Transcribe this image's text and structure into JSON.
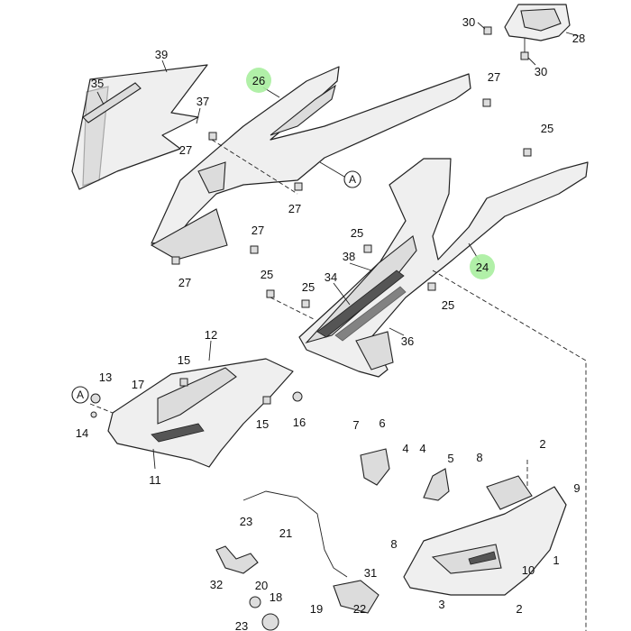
{
  "callouts": [
    {
      "id": "c30a",
      "text": "30"
    },
    {
      "id": "c28",
      "text": "28"
    },
    {
      "id": "c30b",
      "text": "30"
    },
    {
      "id": "c39",
      "text": "39"
    },
    {
      "id": "c35",
      "text": "35"
    },
    {
      "id": "c37",
      "text": "37"
    },
    {
      "id": "c26",
      "text": "26",
      "highlight": true
    },
    {
      "id": "c27a",
      "text": "27"
    },
    {
      "id": "c27b",
      "text": "27"
    },
    {
      "id": "c27c",
      "text": "27"
    },
    {
      "id": "c27d",
      "text": "27"
    },
    {
      "id": "c27e",
      "text": "27"
    },
    {
      "id": "c25a",
      "text": "25"
    },
    {
      "id": "c25b",
      "text": "25"
    },
    {
      "id": "c25c",
      "text": "25"
    },
    {
      "id": "c25d",
      "text": "25"
    },
    {
      "id": "c25e",
      "text": "25"
    },
    {
      "id": "c24",
      "text": "24",
      "highlight": true
    },
    {
      "id": "c38",
      "text": "38"
    },
    {
      "id": "c34",
      "text": "34"
    },
    {
      "id": "c36",
      "text": "36"
    },
    {
      "id": "c12",
      "text": "12"
    },
    {
      "id": "c13",
      "text": "13"
    },
    {
      "id": "c17",
      "text": "17"
    },
    {
      "id": "c15a",
      "text": "15"
    },
    {
      "id": "c15b",
      "text": "15"
    },
    {
      "id": "c16",
      "text": "16"
    },
    {
      "id": "c14",
      "text": "14"
    },
    {
      "id": "c11",
      "text": "11"
    },
    {
      "id": "c7",
      "text": "7"
    },
    {
      "id": "c6",
      "text": "6"
    },
    {
      "id": "c4a",
      "text": "4"
    },
    {
      "id": "c4b",
      "text": "4"
    },
    {
      "id": "c5",
      "text": "5"
    },
    {
      "id": "c8a",
      "text": "8"
    },
    {
      "id": "c2a",
      "text": "2"
    },
    {
      "id": "c9",
      "text": "9"
    },
    {
      "id": "c8b",
      "text": "8"
    },
    {
      "id": "c1",
      "text": "1"
    },
    {
      "id": "c10",
      "text": "10"
    },
    {
      "id": "c3",
      "text": "3"
    },
    {
      "id": "c2b",
      "text": "2"
    },
    {
      "id": "c23a",
      "text": "23"
    },
    {
      "id": "c21",
      "text": "21"
    },
    {
      "id": "c32",
      "text": "32"
    },
    {
      "id": "c20",
      "text": "20"
    },
    {
      "id": "c18",
      "text": "18"
    },
    {
      "id": "c31",
      "text": "31"
    },
    {
      "id": "c19",
      "text": "19"
    },
    {
      "id": "c22",
      "text": "22"
    },
    {
      "id": "c23b",
      "text": "23"
    }
  ],
  "references": [
    {
      "id": "refA1",
      "text": "A"
    },
    {
      "id": "refA2",
      "text": "A"
    }
  ],
  "colors": {
    "highlight": "#a8ee9e",
    "line": "#222222",
    "part_fill": "#efefef"
  }
}
